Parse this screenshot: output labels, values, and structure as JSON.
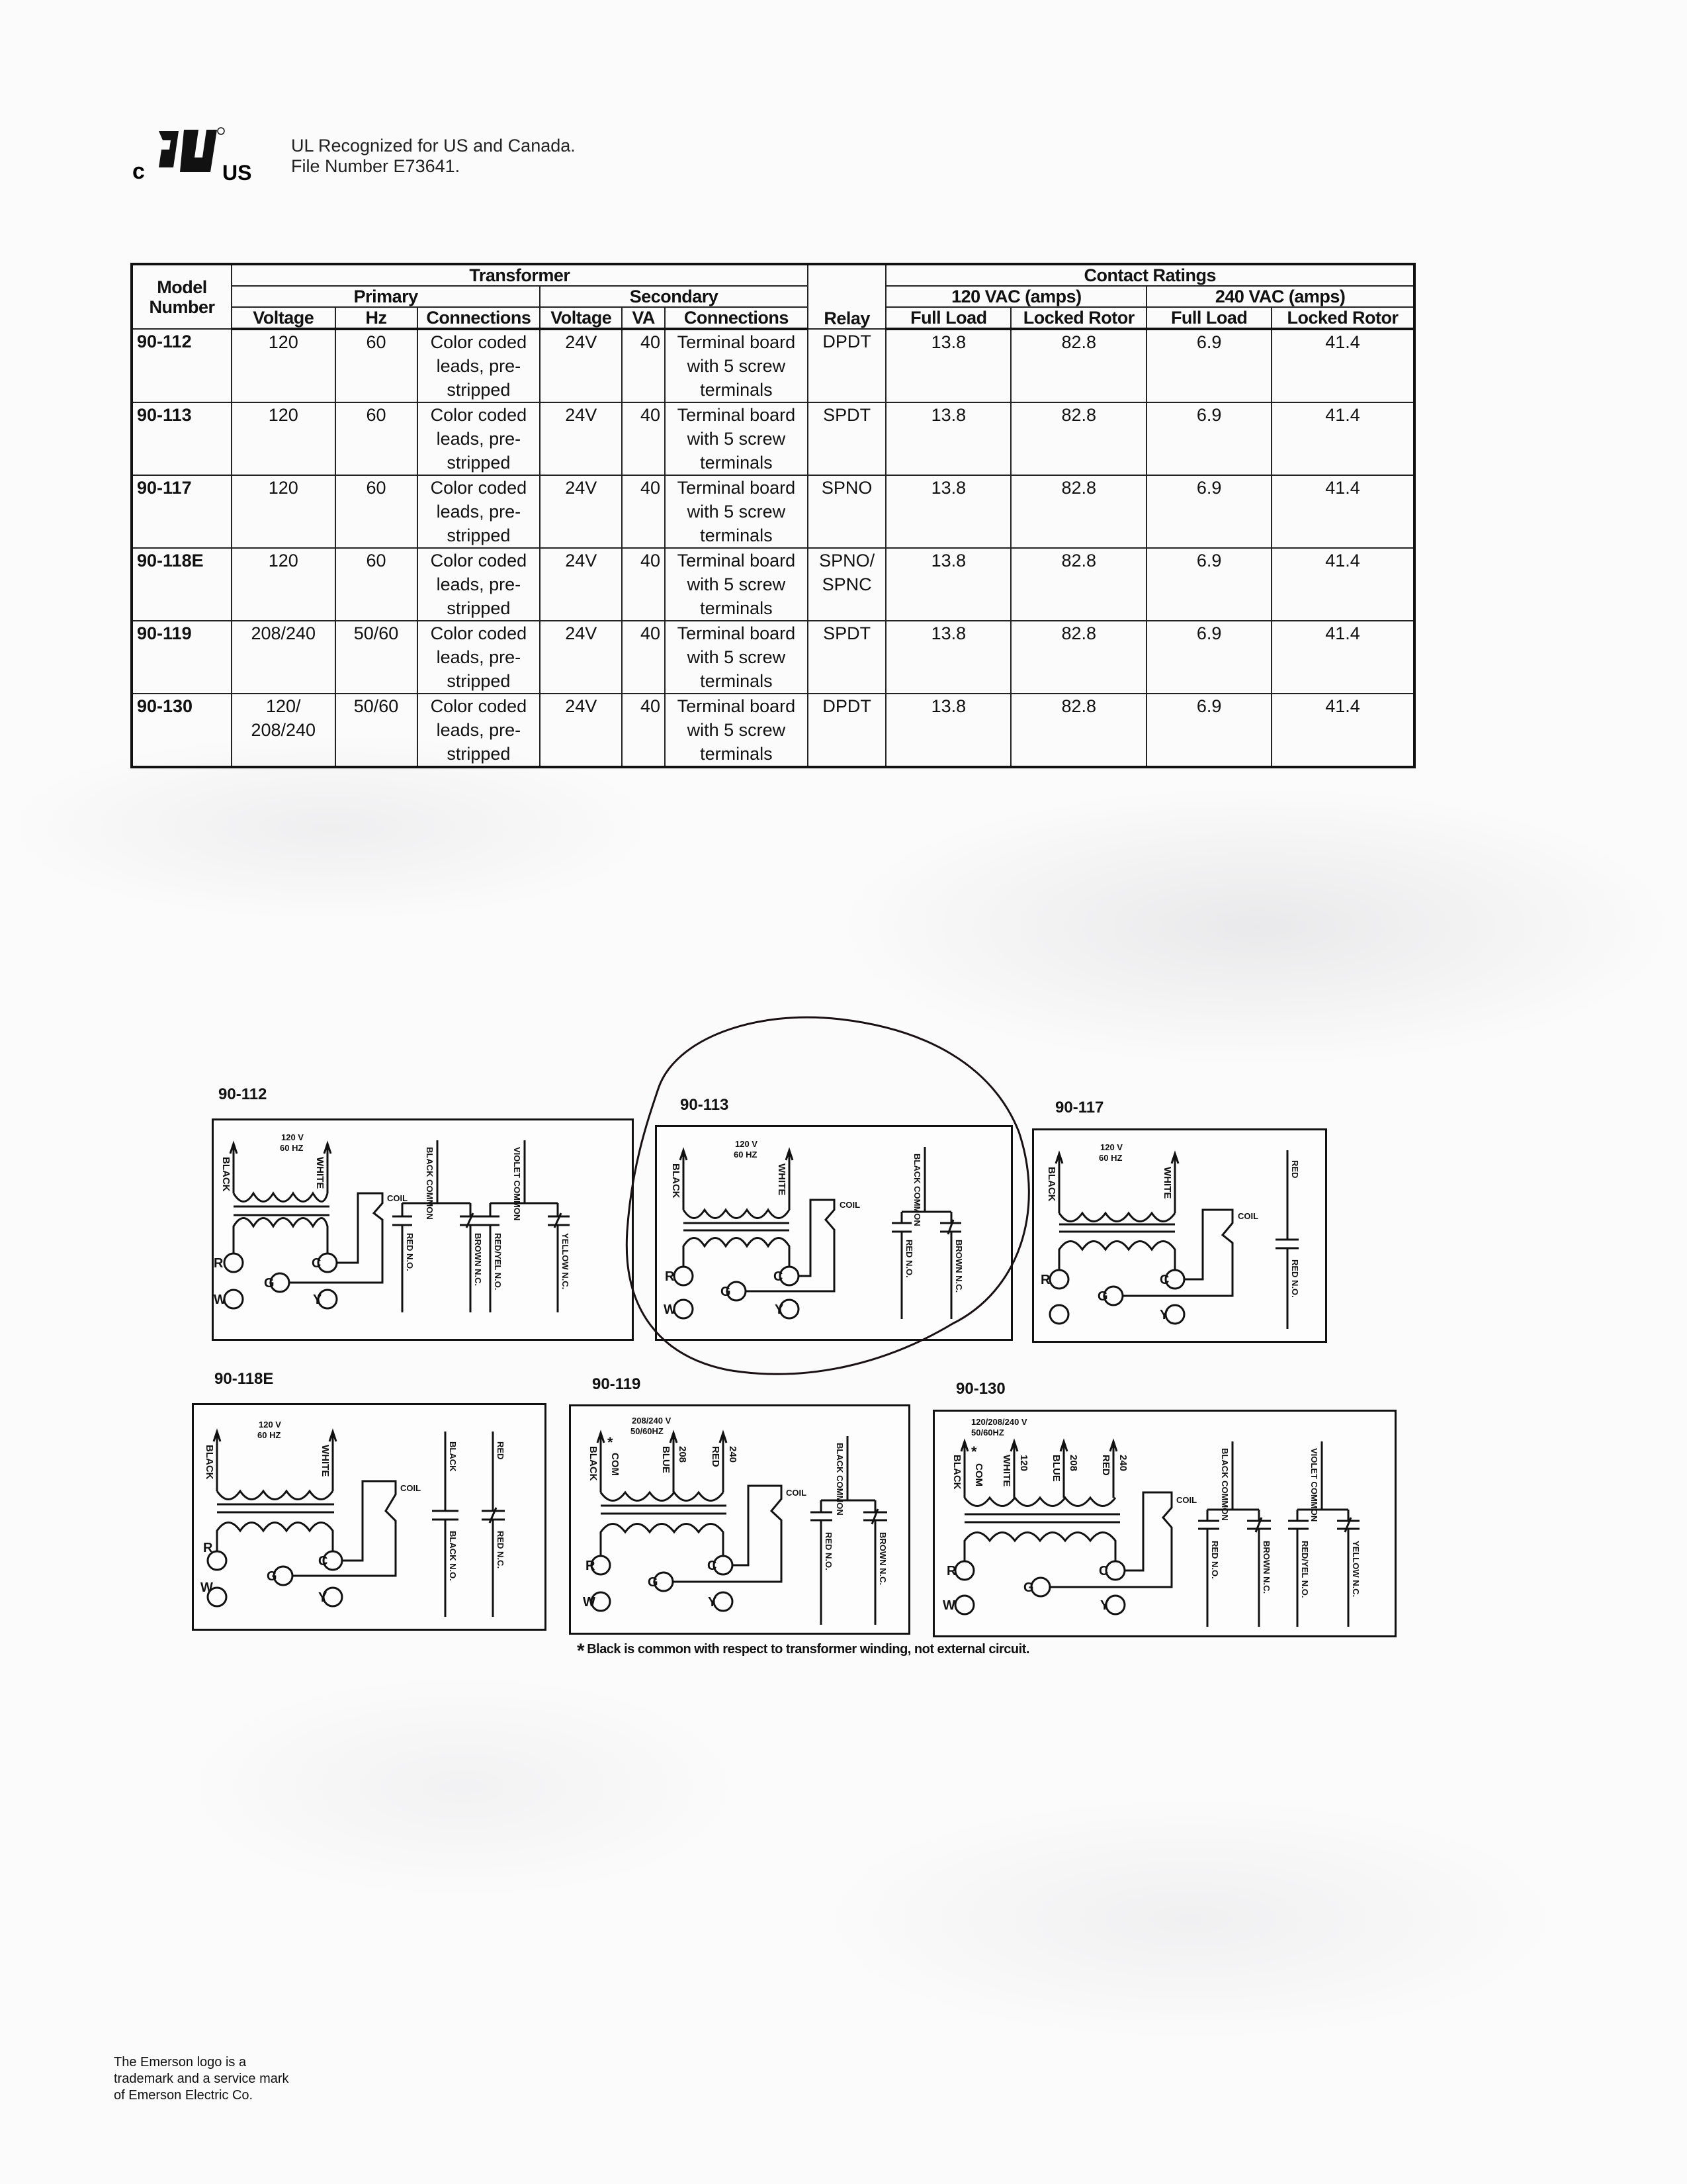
{
  "certification": {
    "logo_prefix": "c",
    "logo_suffix": "US",
    "line1": "UL Recognized for US and Canada.",
    "line2": "File Number E73641."
  },
  "table": {
    "headers": {
      "model_number": "Model Number",
      "transformer": "Transformer",
      "primary": "Primary",
      "secondary": "Secondary",
      "primary_voltage": "Voltage",
      "primary_hz": "Hz",
      "primary_connections": "Connections",
      "secondary_voltage": "Voltage",
      "secondary_va": "VA",
      "secondary_connections": "Connections",
      "relay": "Relay",
      "contact_ratings": "Contact Ratings",
      "vac120": "120 VAC (amps)",
      "vac240": "240 VAC (amps)",
      "full_load": "Full Load",
      "locked_rotor": "Locked Rotor"
    },
    "rows": [
      {
        "model": "90-112",
        "p_voltage": "120",
        "p_hz": "60",
        "p_conn": "Color coded leads, pre-stripped",
        "s_voltage": "24V",
        "s_va": "40",
        "s_conn": "Terminal board with 5 screw terminals",
        "relay": "DPDT",
        "fl120": "13.8",
        "lr120": "82.8",
        "fl240": "6.9",
        "lr240": "41.4"
      },
      {
        "model": "90-113",
        "p_voltage": "120",
        "p_hz": "60",
        "p_conn": "Color coded leads, pre-stripped",
        "s_voltage": "24V",
        "s_va": "40",
        "s_conn": "Terminal board with 5 screw terminals",
        "relay": "SPDT",
        "fl120": "13.8",
        "lr120": "82.8",
        "fl240": "6.9",
        "lr240": "41.4"
      },
      {
        "model": "90-117",
        "p_voltage": "120",
        "p_hz": "60",
        "p_conn": "Color coded leads, pre-stripped",
        "s_voltage": "24V",
        "s_va": "40",
        "s_conn": "Terminal board with 5 screw terminals",
        "relay": "SPNO",
        "fl120": "13.8",
        "lr120": "82.8",
        "fl240": "6.9",
        "lr240": "41.4"
      },
      {
        "model": "90-118E",
        "p_voltage": "120",
        "p_hz": "60",
        "p_conn": "Color coded leads, pre-stripped",
        "s_voltage": "24V",
        "s_va": "40",
        "s_conn": "Terminal board with 5 screw terminals",
        "relay": "SPNO/ SPNC",
        "fl120": "13.8",
        "lr120": "82.8",
        "fl240": "6.9",
        "lr240": "41.4"
      },
      {
        "model": "90-119",
        "p_voltage": "208/240",
        "p_hz": "50/60",
        "p_conn": "Color coded leads, pre-stripped",
        "s_voltage": "24V",
        "s_va": "40",
        "s_conn": "Terminal board with 5 screw terminals",
        "relay": "SPDT",
        "fl120": "13.8",
        "lr120": "82.8",
        "fl240": "6.9",
        "lr240": "41.4"
      },
      {
        "model": "90-130",
        "p_voltage": "120/ 208/240",
        "p_hz": "50/60",
        "p_conn": "Color coded leads, pre-stripped",
        "s_voltage": "24V",
        "s_va": "40",
        "s_conn": "Terminal board with 5 screw terminals",
        "relay": "DPDT",
        "fl120": "13.8",
        "lr120": "82.8",
        "fl240": "6.9",
        "lr240": "41.4"
      }
    ]
  },
  "diagrams": {
    "common": {
      "coil": "COIL",
      "terminals": {
        "r": "R",
        "c": "C",
        "g": "G",
        "w": "W",
        "y": "Y"
      },
      "black": "BLACK",
      "white": "WHITE"
    },
    "d90_112": {
      "title": "90-112",
      "rating1": "120 V",
      "rating2": "60 HZ",
      "common1": "BLACK COMMON",
      "common2": "VIOLET COMMON",
      "contacts": [
        "RED N.O.",
        "BROWN N.C.",
        "RED/YEL N.O.",
        "YELLOW N.C."
      ]
    },
    "d90_113": {
      "title": "90-113",
      "rating1": "120 V",
      "rating2": "60 HZ",
      "common1": "BLACK COMMON",
      "contacts": [
        "RED N.O.",
        "BROWN N.C."
      ]
    },
    "d90_117": {
      "title": "90-117",
      "rating1": "120 V",
      "rating2": "60 HZ",
      "lead": "RED",
      "contacts": [
        "RED N.O."
      ]
    },
    "d90_118e": {
      "title": "90-118E",
      "rating1": "120 V",
      "rating2": "60 HZ",
      "leads": [
        "BLACK",
        "RED"
      ],
      "contacts": [
        "BLACK N.O.",
        "RED N.C."
      ]
    },
    "d90_119": {
      "title": "90-119",
      "rating1": "208/240 V",
      "rating2": "50/60HZ",
      "taps": [
        "BLACK",
        "COM",
        "BLUE",
        "208",
        "RED",
        "240"
      ],
      "common1": "BLACK COMMON",
      "contacts": [
        "RED N.O.",
        "BROWN N.C."
      ]
    },
    "d90_130": {
      "title": "90-130",
      "rating1": "120/208/240 V",
      "rating2": "50/60HZ",
      "taps": [
        "BLACK",
        "COM",
        "WHITE",
        "120",
        "BLUE",
        "208",
        "RED",
        "240"
      ],
      "common1": "BLACK COMMON",
      "common2": "VIOLET COMMON",
      "contacts": [
        "RED N.O.",
        "BROWN N.C.",
        "RED/YEL N.O.",
        "YELLOW N.C."
      ]
    }
  },
  "footnote": {
    "star": "*",
    "text": "Black is common with respect to transformer winding, not external circuit."
  },
  "trademark": {
    "line1": "The Emerson logo is a",
    "line2": "trademark and a service mark",
    "line3": "of Emerson Electric Co."
  }
}
